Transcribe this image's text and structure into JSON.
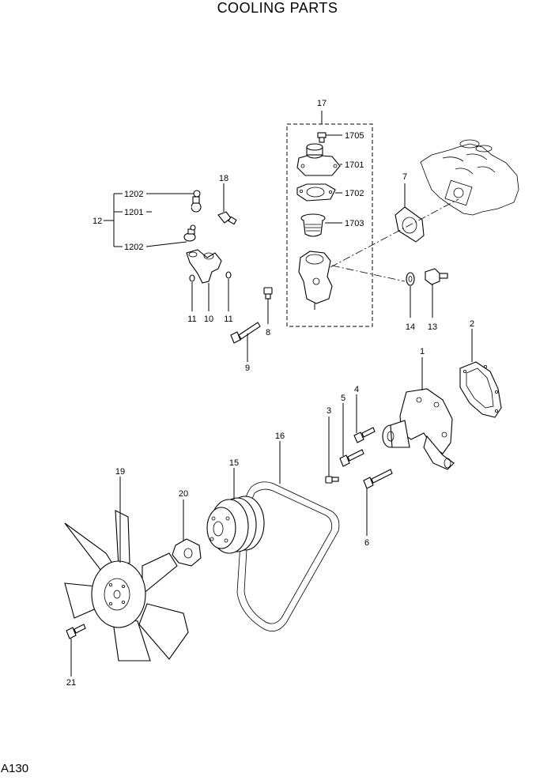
{
  "title": "COOLING PARTS",
  "page_code": "A130",
  "callouts": {
    "p1": "1",
    "p2": "2",
    "p3": "3",
    "p4": "4",
    "p5": "5",
    "p6": "6",
    "p7": "7",
    "p8": "8",
    "p9": "9",
    "p10": "10",
    "p11a": "11",
    "p11b": "11",
    "p12": "12",
    "p1201": "1201",
    "p1202a": "1202",
    "p1202b": "1202",
    "p13": "13",
    "p14": "14",
    "p15": "15",
    "p16": "16",
    "p17": "17",
    "p1701": "1701",
    "p1702": "1702",
    "p1703": "1703",
    "p1705": "1705",
    "p18": "18",
    "p19": "19",
    "p20": "20",
    "p21": "21"
  }
}
